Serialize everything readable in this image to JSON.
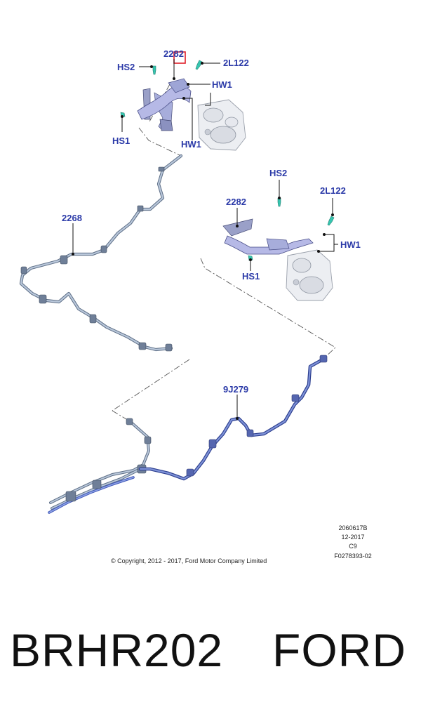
{
  "diagram": {
    "labels": {
      "hs2_top": "HS2",
      "part_2282_top": "2282",
      "l122_top": "2L122",
      "hw1_top_a": "HW1",
      "hs1_top": "HS1",
      "hw1_top_b": "HW1",
      "hs2_right": "HS2",
      "l122_right": "2L122",
      "part_2282_right": "2282",
      "hw1_right": "HW1",
      "hs1_right": "HS1",
      "part_2268": "2268",
      "part_9j279": "9J279"
    },
    "meta": {
      "drawing_number": "2060617B",
      "date": "12-2017",
      "code": "C9",
      "figure_id": "F0278393-02",
      "copyright": "© Copyright, 2012 - 2017, Ford Motor Company Limited"
    },
    "colors": {
      "callout": "#2b3aa8",
      "tube_steel": "#8da2bf",
      "tube_blue": "#3f57b8",
      "highlight": "#e0202a",
      "fastener": "#36c6b0"
    }
  },
  "footer": {
    "part_number": "BRHR202",
    "brand": "FORD"
  }
}
